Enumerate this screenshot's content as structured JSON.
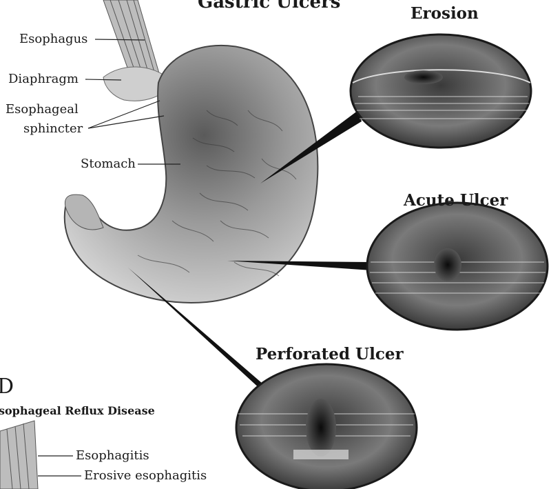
{
  "title": "Gastric Ulcers",
  "labels": {
    "esophagus": "Esophagus",
    "diaphragm": "Diaphragm",
    "sphincter_line1": "Esophageal",
    "sphincter_line2": "sphincter",
    "stomach": "Stomach"
  },
  "stages": {
    "erosion": "Erosion",
    "acute": "Acute Ulcer",
    "perforated": "Perforated Ulcer"
  },
  "gerd": {
    "letter": "D",
    "heading": "sophageal Reflux Disease",
    "item1": "Esophagitis",
    "item2": "Erosive esophagitis"
  }
}
